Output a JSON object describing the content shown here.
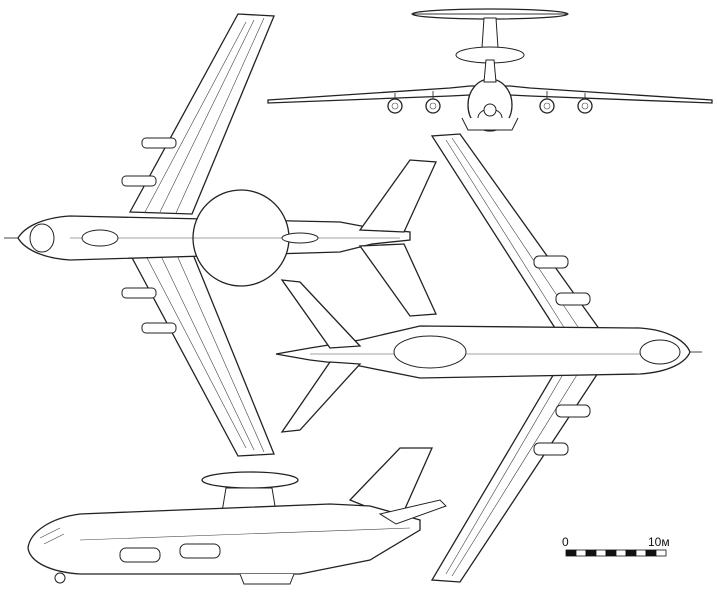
{
  "scale_bar": {
    "start_label": "0",
    "end_label": "10м",
    "segments": 10
  }
}
